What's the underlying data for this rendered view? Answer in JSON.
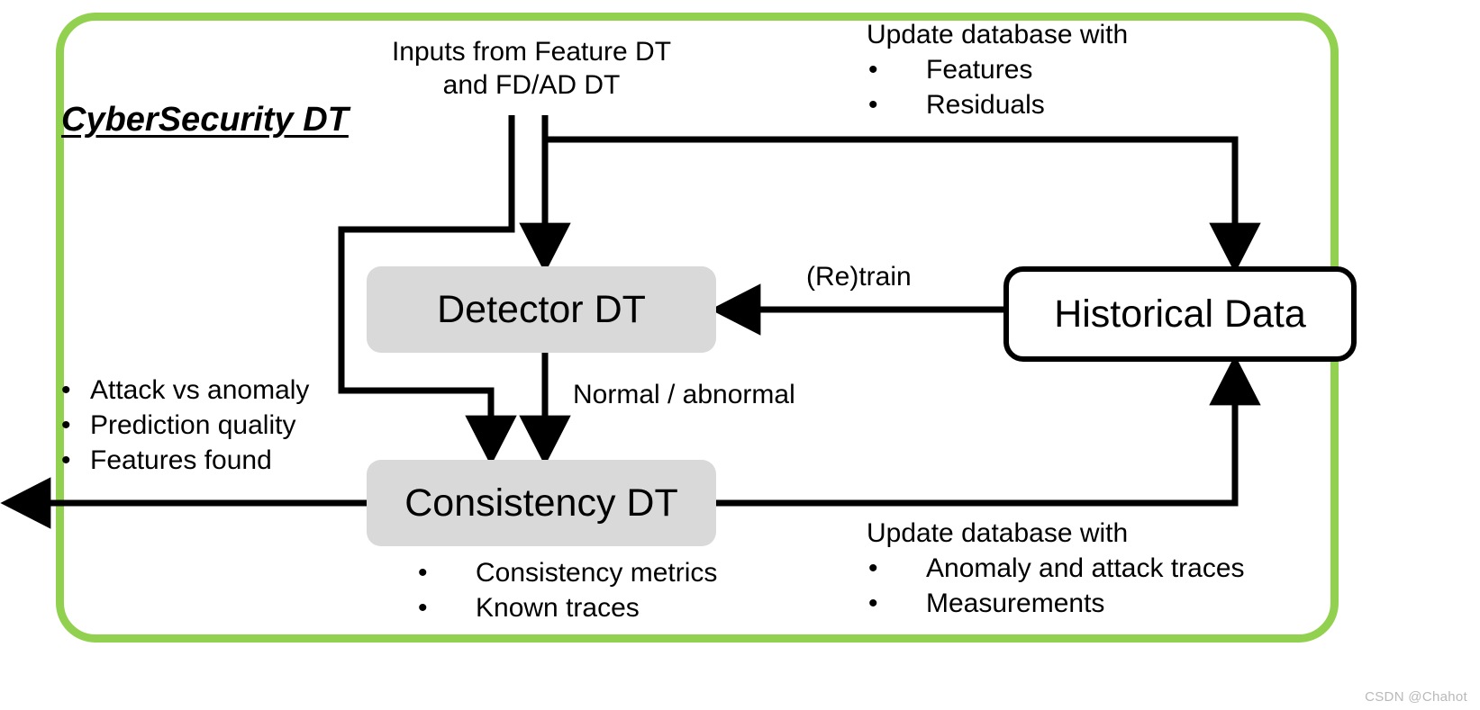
{
  "diagram": {
    "title": "CyberSecurity DT",
    "frame_color": "#92D14F",
    "box_fill": "#D9D9D9",
    "line_color": "#000000"
  },
  "labels": {
    "inputs": "Inputs from Feature DT\nand FD/AD DT",
    "retrain": "(Re)train",
    "normal_abnormal": "Normal / abnormal"
  },
  "nodes": {
    "detector": "Detector DT",
    "consistency": "Consistency DT",
    "historical": "Historical Data"
  },
  "update_db_top": {
    "heading": "Update database with",
    "items": [
      "Features",
      "Residuals"
    ]
  },
  "outputs_left": {
    "items": [
      "Attack vs anomaly",
      "Prediction quality",
      "Features found"
    ]
  },
  "consistency_outputs": {
    "items": [
      "Consistency metrics",
      "Known traces"
    ]
  },
  "update_db_bottom": {
    "heading": "Update database with",
    "items": [
      "Anomaly and attack traces",
      "Measurements"
    ]
  },
  "watermark": "CSDN @Chahot"
}
